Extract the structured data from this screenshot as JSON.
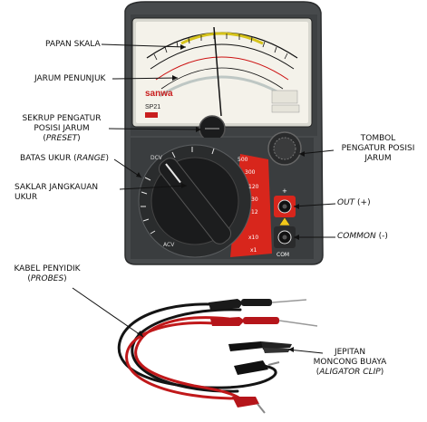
{
  "meter": {
    "brand": "sanwa",
    "model": "SP21",
    "colors": {
      "body": "#4a4d4f",
      "panel": "#2e3133",
      "accent_red": "#d8261c",
      "scale_bg": "#f4f2ea",
      "probe_red": "#c0181a",
      "probe_black": "#141414"
    },
    "dial_marks": [
      "300",
      "120",
      "30",
      "12",
      "x10",
      "x1",
      "500",
      "DCV",
      "ACV"
    ],
    "jacks": [
      "+",
      "COM"
    ]
  },
  "labels": {
    "papan_skala": "PAPAN SKALA",
    "jarum_penunjuk": "JARUM PENUNJUK",
    "sekrup_line1": "SEKRUP PENGATUR",
    "sekrup_line2": "POSISI JARUM",
    "sekrup_line3_open": "(",
    "sekrup_line3_italic": "PRESET",
    "sekrup_line3_close": ")",
    "batas_main": "BATAS UKUR (",
    "batas_italic": "RANGE",
    "batas_close": ")",
    "saklar_line1": "SAKLAR JANGKAUAN",
    "saklar_line2": "UKUR",
    "tombol_line1": "TOMBOL",
    "tombol_line2": "PENGATUR POSISI",
    "tombol_line3": "JARUM",
    "out_italic": "OUT",
    "out_rest": " (+)",
    "common_italic": "COMMON",
    "common_rest": " (-)",
    "kabel_line1": "KABEL PENYIDIK",
    "kabel_line2_open": "(",
    "kabel_line2_italic": "PROBES",
    "kabel_line2_close": ")",
    "jepitan_line1": "JEPITAN",
    "jepitan_line2": "MONCONG BUAYA",
    "jepitan_line3_open": "(",
    "jepitan_line3_italic": "ALIGATOR CLIP",
    "jepitan_line3_close": ")"
  }
}
